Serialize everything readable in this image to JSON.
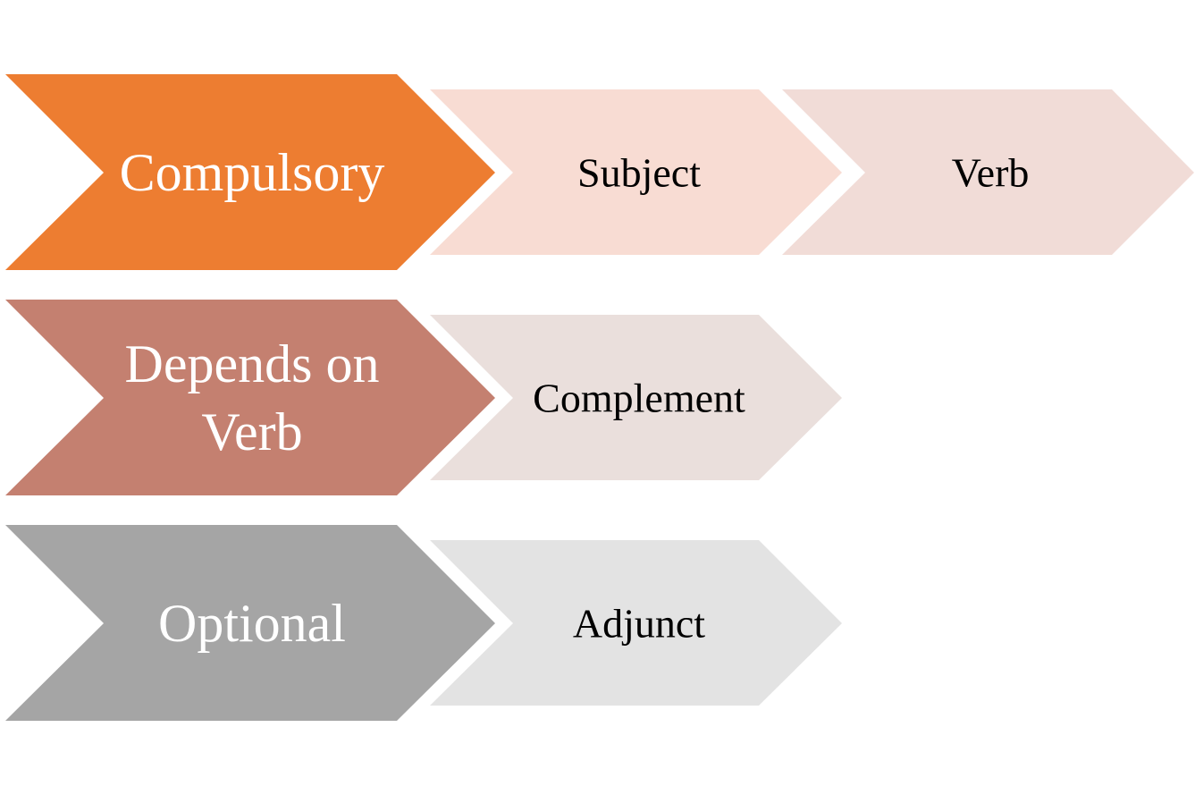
{
  "rows": [
    {
      "category": {
        "lines": [
          "Compulsory"
        ],
        "color": "#ED7D31"
      },
      "items": [
        {
          "label": "Subject",
          "color": "#F8DCD3"
        },
        {
          "label": "Verb",
          "color": "#F1DCD7"
        }
      ]
    },
    {
      "category": {
        "lines": [
          "Depends on",
          "Verb"
        ],
        "color": "#C48070"
      },
      "items": [
        {
          "label": "Complement",
          "color": "#EADFDC"
        }
      ]
    },
    {
      "category": {
        "lines": [
          "Optional"
        ],
        "color": "#A5A5A5"
      },
      "items": [
        {
          "label": "Adjunct",
          "color": "#E3E3E3"
        }
      ]
    }
  ]
}
